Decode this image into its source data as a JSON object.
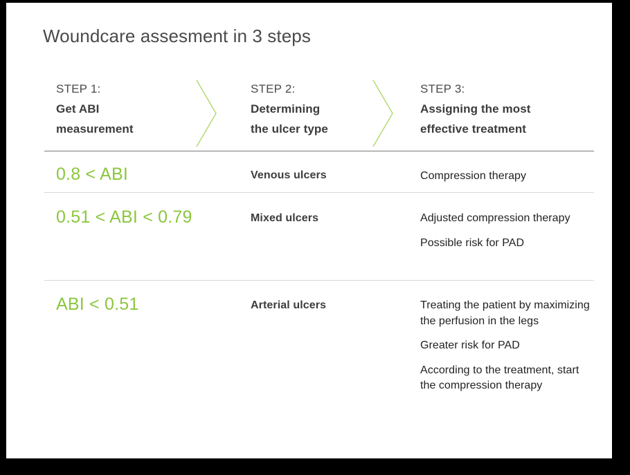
{
  "page": {
    "title": "Woundcare assesment in 3 steps",
    "background_color": "#000000",
    "card_color": "#ffffff",
    "accent_color": "#8CC63E",
    "text_color": "#3c3c3c"
  },
  "table": {
    "headers": [
      {
        "eyebrow": "STEP 1:",
        "title_line1": "Get ABI",
        "title_line2": "measurement"
      },
      {
        "eyebrow": "STEP 2:",
        "title_line1": "Determining",
        "title_line2": "the ulcer type"
      },
      {
        "eyebrow": "STEP 3:",
        "title_line1": "Assigning the most",
        "title_line2": "effective treatment"
      }
    ],
    "separators": [
      {
        "name": "chevron-separator-1",
        "icon": "chevron-right-icon"
      },
      {
        "name": "chevron-separator-2",
        "icon": "chevron-right-icon"
      }
    ],
    "rows": [
      {
        "abi": "0.8 < ABI",
        "ulcer_type": "Venous ulcers",
        "treatments": [
          "Compression therapy"
        ]
      },
      {
        "abi": "0.51 < ABI < 0.79",
        "ulcer_type": "Mixed ulcers",
        "treatments": [
          "Adjusted compression therapy",
          "Possible risk for PAD"
        ]
      },
      {
        "abi": "ABI < 0.51",
        "ulcer_type": "Arterial ulcers",
        "treatments": [
          "Treating the patient by maximizing the perfusion in the legs",
          "Greater risk for PAD",
          "According to the treatment, start the compression therapy"
        ]
      }
    ]
  }
}
